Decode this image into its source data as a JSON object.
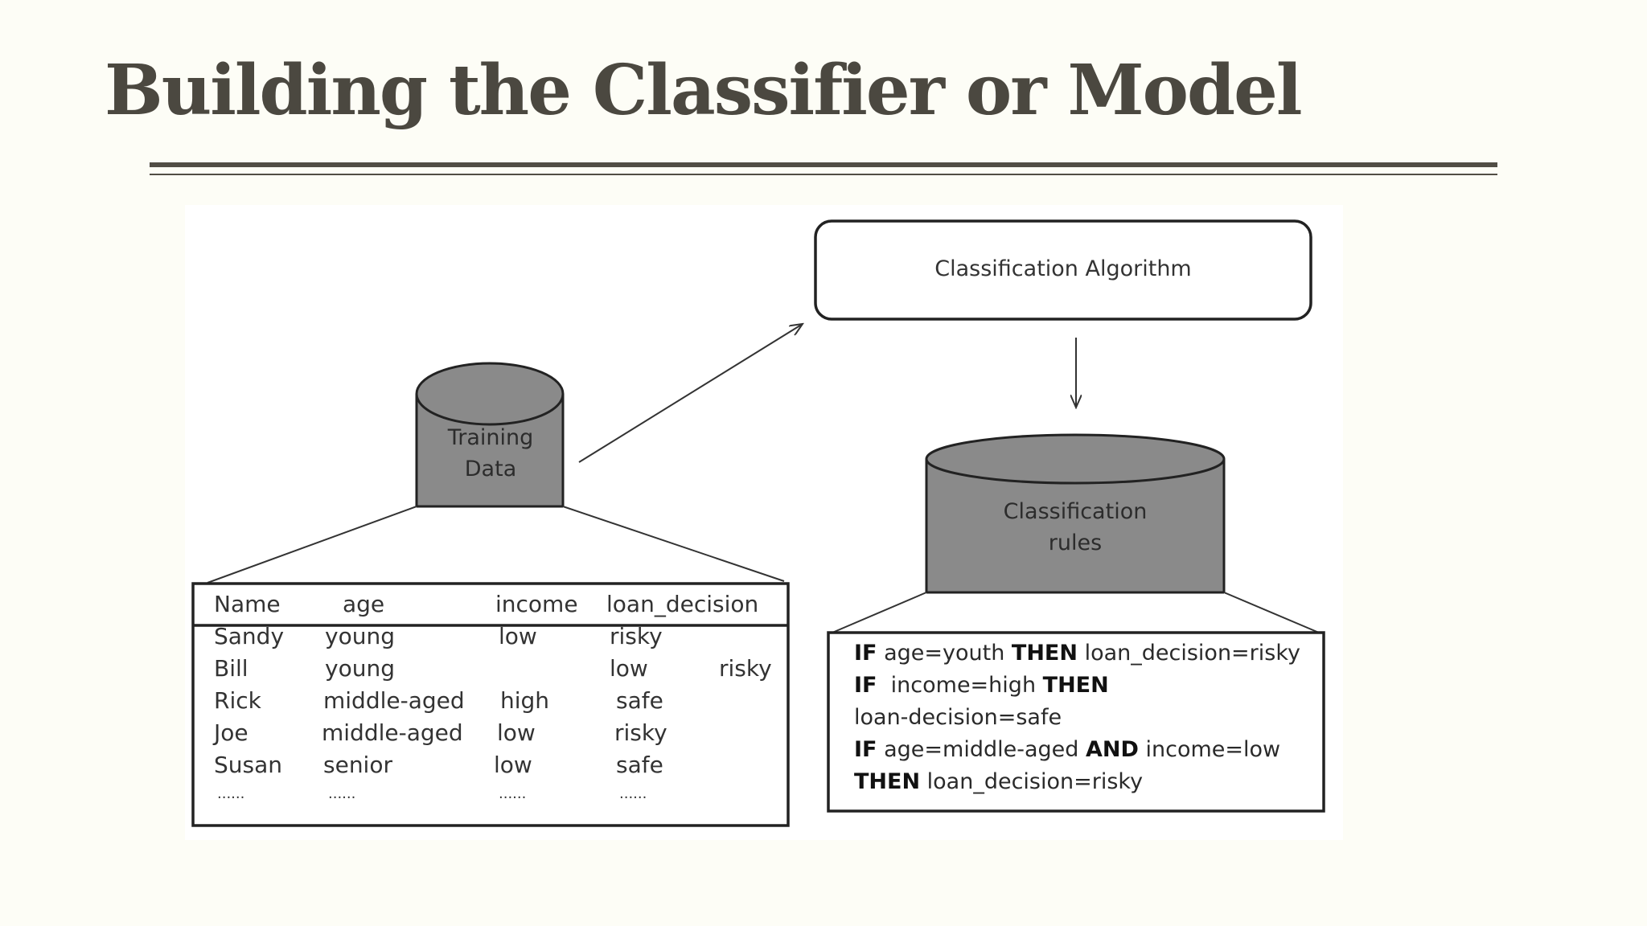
{
  "slide": {
    "title": "Building the Classifier or Model"
  },
  "diagram": {
    "algorithm_box": {
      "label": "Classification Algorithm"
    },
    "training_data": {
      "line1": "Training",
      "line2": "Data"
    },
    "classification_rules": {
      "line1": "Classification",
      "line2": "rules"
    },
    "table": {
      "headers": [
        "Name",
        "age",
        "income",
        "loan_decision"
      ],
      "rows": [
        [
          "Sandy",
          "young",
          "low",
          "risky"
        ],
        [
          "Bill",
          "young",
          "low",
          "risky"
        ],
        [
          "Rick",
          "middle-aged",
          "high",
          "safe"
        ],
        [
          "Joe",
          "middle-aged",
          "low",
          "risky"
        ],
        [
          "Susan",
          "senior",
          "low",
          "safe"
        ]
      ],
      "ellipsis": "......"
    },
    "rules": [
      {
        "kw1": "IF",
        "text1": "age=youth",
        "kw2": "THEN",
        "text2": "loan_decision=risky"
      },
      {
        "kw1": "IF",
        "text1": "income=high",
        "kw2": "THEN",
        "text2": ""
      },
      {
        "kw1": "",
        "text1": "loan-decision=safe",
        "kw2": "",
        "text2": ""
      },
      {
        "kw1": "IF",
        "text1": "age=middle-aged",
        "kw2": "AND",
        "text2": "income=low"
      },
      {
        "kw1": "THEN",
        "text1": "loan_decision=risky",
        "kw2": "",
        "text2": ""
      }
    ]
  },
  "colors": {
    "background": "#fdfdf6",
    "title": "#4b4840",
    "rule": "#514d45",
    "cylinder": "#8a8a8a"
  }
}
